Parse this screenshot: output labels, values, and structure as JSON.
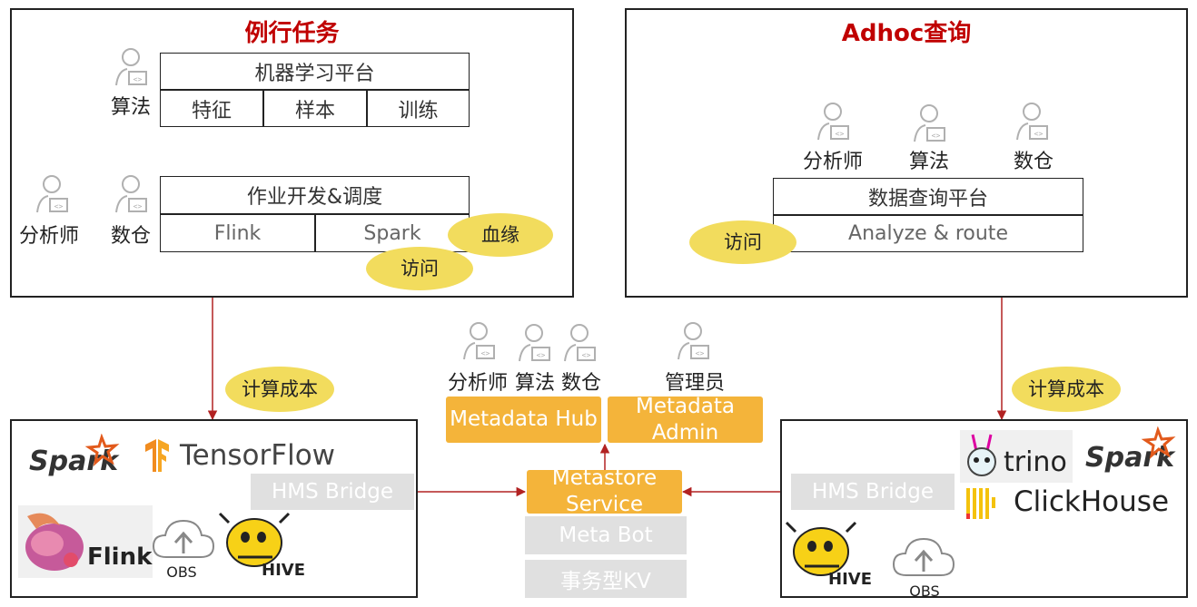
{
  "routine": {
    "title": "例行任务",
    "ml_platform": "机器学习平台",
    "ml_cells": [
      "特征",
      "样本",
      "训练"
    ],
    "algo_role": "算法",
    "job_platform": "作业开发&调度",
    "job_cells": [
      "Flink",
      "Spark"
    ],
    "roles": [
      "分析师",
      "数仓"
    ],
    "lineage": "血缘",
    "access": "访问"
  },
  "adhoc": {
    "title": "Adhoc查询",
    "roles": [
      "分析师",
      "算法",
      "数仓"
    ],
    "platform": "数据查询平台",
    "route": "Analyze & route",
    "access": "访问"
  },
  "center": {
    "roles": [
      "分析师",
      "算法",
      "数仓"
    ],
    "admin_role": "管理员",
    "hub": "Metadata Hub",
    "admin": "Metadata Admin",
    "metastore": "Metastore Service",
    "metabot": "Meta Bot",
    "kv": "事务型KV"
  },
  "compute_cost": {
    "left": "计算成本",
    "right": "计算成本"
  },
  "left_bottom": {
    "spark": "Spark",
    "tensorflow": "TensorFlow",
    "hms": "HMS Bridge",
    "flink": "Flink",
    "obs": "OBS",
    "hive": "HIVE"
  },
  "right_bottom": {
    "hms": "HMS Bridge",
    "trino": "trino",
    "spark": "Spark",
    "clickhouse": "ClickHouse",
    "hive": "HIVE",
    "obs": "OBS"
  },
  "colors": {
    "title_red": "#c00000",
    "arrow_red": "#b22222",
    "ellipse_yellow": "#f2dc5d",
    "orange": "#f4b43a",
    "grey_box": "#e0e0e0"
  }
}
